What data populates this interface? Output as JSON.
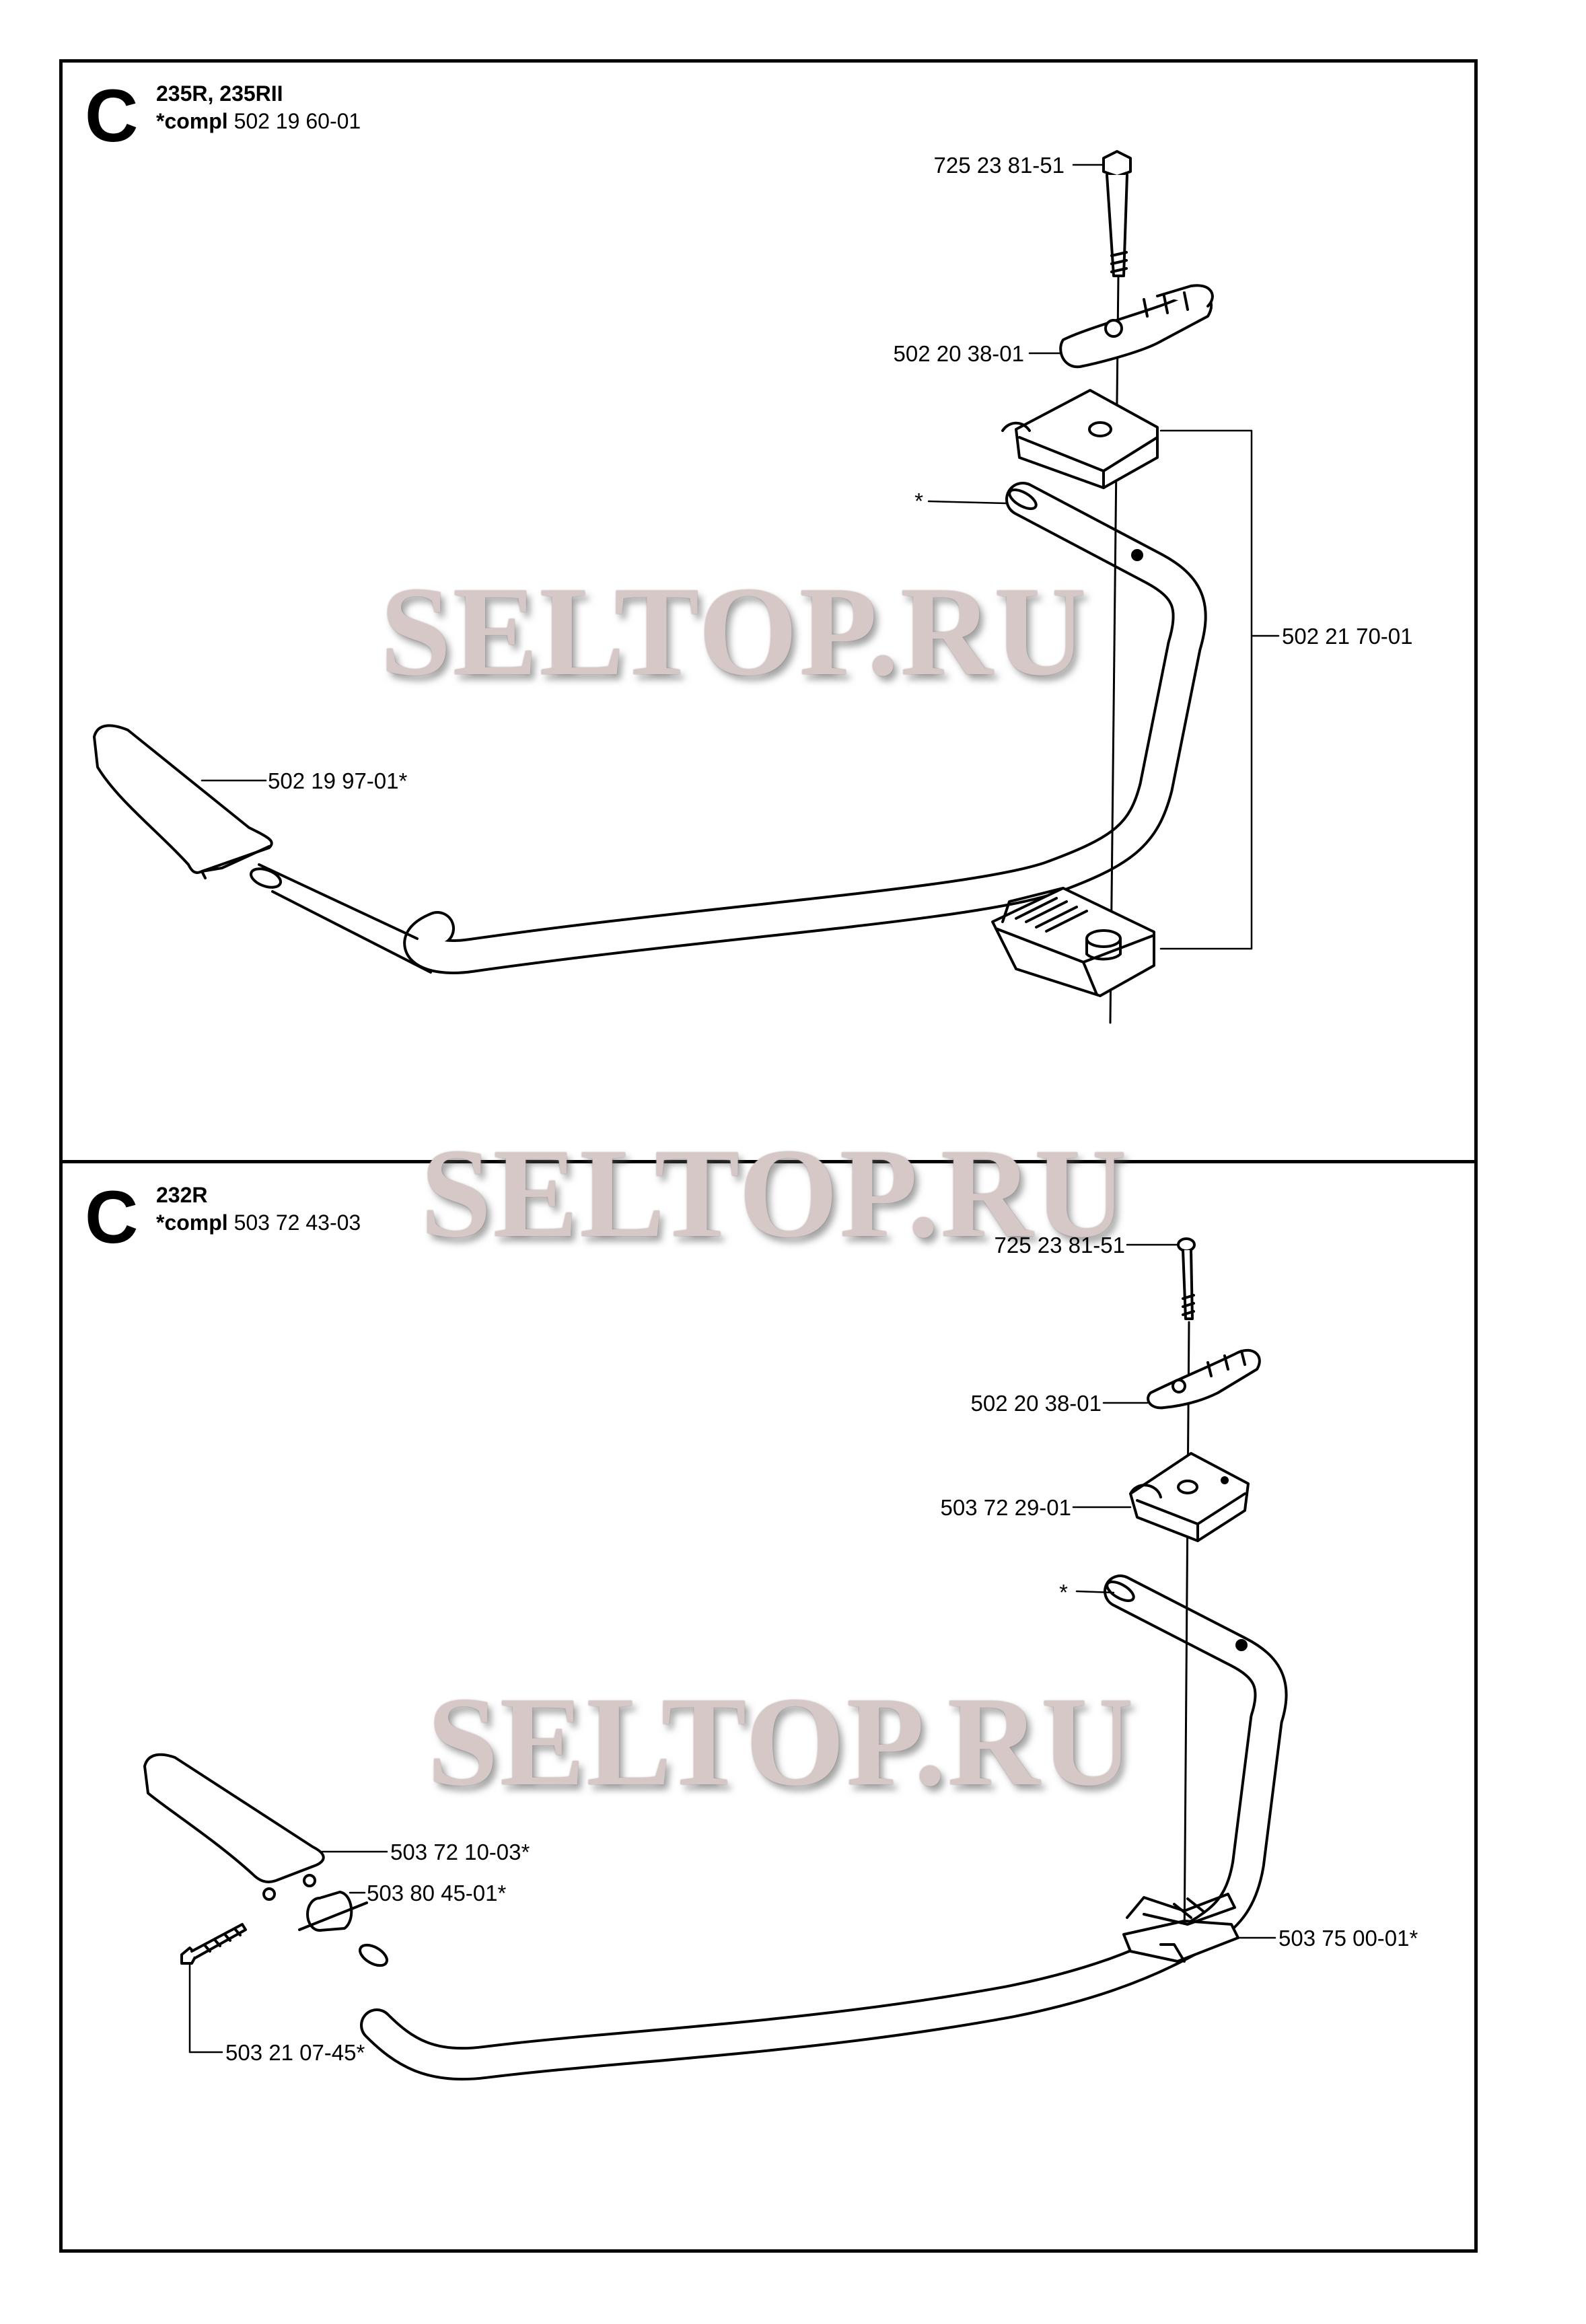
{
  "watermark": "SELTOP.RU",
  "sections": [
    {
      "letter": "C",
      "model": "235R, 235RII",
      "compl_prefix": "*compl",
      "compl_number": "502 19 60-01",
      "parts": {
        "bolt": "725 23 81-51",
        "wing_knob": "502 20 38-01",
        "handle_bar": "*",
        "clamp_set": "502 21 70-01",
        "grip": "502 19 97-01*"
      }
    },
    {
      "letter": "C",
      "model": "232R",
      "compl_prefix": "*compl",
      "compl_number": "503 72 43-03",
      "parts": {
        "bolt": "725 23 81-51",
        "wing_knob": "502 20 38-01",
        "clamp_top": "503 72 29-01",
        "handle_bar": "*",
        "grip": "503 72 10-03*",
        "sleeve": "503 80 45-01*",
        "screw": "503 21 07-45*",
        "clamp_bottom": "503 75 00-01*"
      }
    }
  ]
}
